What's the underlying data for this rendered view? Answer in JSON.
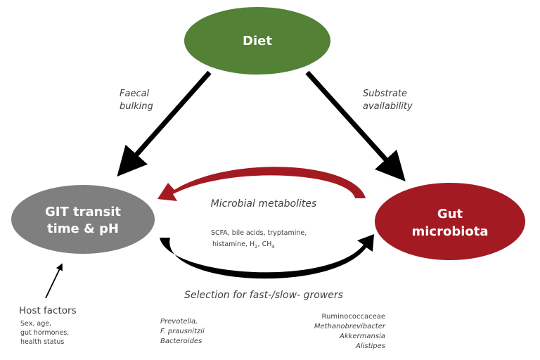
{
  "colors": {
    "diet": "#538135",
    "git": "#7f7f7f",
    "microbiota": "#a31a22",
    "arrow_black": "#000000",
    "arrow_red": "#a31a22",
    "text": "#404040"
  },
  "nodes": {
    "diet": {
      "label": "Diet"
    },
    "git": {
      "line1": "GIT transit",
      "line2": "time & pH"
    },
    "microbiota": {
      "line1": "Gut",
      "line2": "microbiota"
    }
  },
  "edges": {
    "diet_to_git": {
      "line1": "Faecal",
      "line2": "bulking"
    },
    "diet_to_microbiota": {
      "line1": "Substrate",
      "line2": "availability"
    }
  },
  "metabolites": {
    "title": "Microbial metabolites",
    "line1": "SCFA, bile acids, tryptamine,",
    "line2_prefix": "histamine, H",
    "h2_sub": "2",
    "sep": ", CH",
    "ch4_sub": "4"
  },
  "selection": {
    "title": "Selection for fast-/slow- growers",
    "left_taxa": [
      "Prevotella,",
      "F. prausnitzii",
      "Bacteroides"
    ],
    "right_taxa": [
      "Ruminococcaceae",
      "Methanobrevibacter",
      "Akkermansia",
      "Alistipes"
    ]
  },
  "host": {
    "title": "Host factors",
    "details": [
      "Sex, age,",
      "gut hormones,",
      "health status"
    ]
  }
}
